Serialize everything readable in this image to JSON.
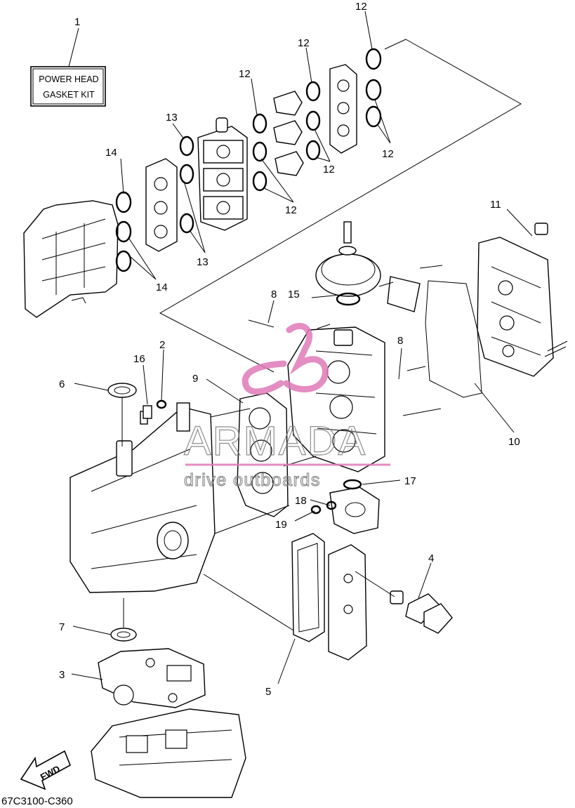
{
  "kit_box": {
    "line1": "POWER HEAD",
    "line2": "GASKET KIT"
  },
  "callouts": {
    "c1": "1",
    "c2": "2",
    "c3": "3",
    "c4": "4",
    "c5": "5",
    "c6": "6",
    "c7": "7",
    "c8a": "8",
    "c8b": "8",
    "c9": "9",
    "c10": "10",
    "c11": "11",
    "c12a": "12",
    "c12b": "12",
    "c12c": "12",
    "c12d": "12",
    "c12e": "12",
    "c12f": "12",
    "c13a": "13",
    "c13b": "13",
    "c14a": "14",
    "c14b": "14",
    "c15": "15",
    "c16": "16",
    "c17": "17",
    "c18": "18",
    "c19": "19"
  },
  "fwd_label": "FWD",
  "diagram_code": "67C3100-C360",
  "watermark": {
    "brand": "ARMADA",
    "tagline": "drive outboards"
  },
  "colors": {
    "line": "#000000",
    "background": "#ffffff",
    "watermark_logo": "#e07ab8",
    "watermark_text": "#7a7a7a"
  }
}
